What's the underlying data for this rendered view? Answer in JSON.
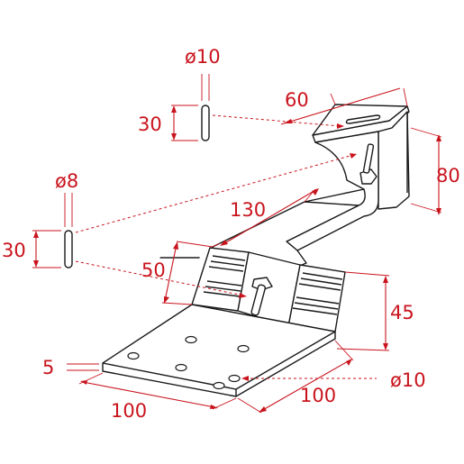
{
  "colors": {
    "dimension": "#c9141d",
    "outline": "#1a1a1a",
    "background": "#ffffff"
  },
  "labels": {
    "pin_top_diameter": "ø10",
    "pin_top_length": "30",
    "pin_left_diameter": "ø8",
    "pin_left_length": "30",
    "top_width": "60",
    "top_height": "80",
    "arm_length": "130",
    "riser_height": "50",
    "base_step_height": "45",
    "base_thickness": "5",
    "base_width": "100",
    "base_depth": "100",
    "base_hole_diameter": "ø10"
  }
}
